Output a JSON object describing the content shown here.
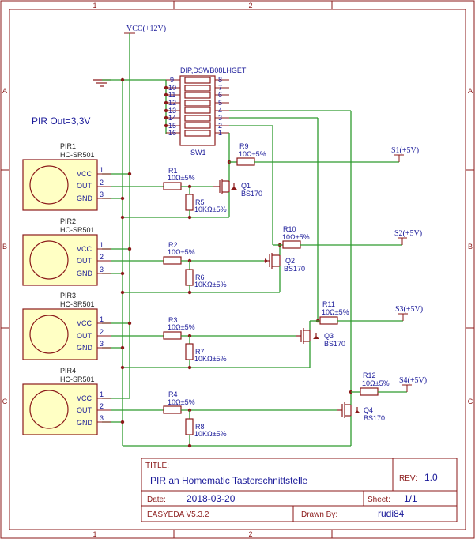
{
  "frame": {
    "col_markers": [
      "1",
      "2"
    ],
    "row_markers": [
      "A",
      "B",
      "C"
    ]
  },
  "power": {
    "vcc": "VCC(+12V)"
  },
  "note": "PIR Out=3,3V",
  "dip_switch": {
    "name": "DIP,DSWB08LHGET",
    "ref": "SW1",
    "pins_left": [
      "9",
      "10",
      "11",
      "12",
      "13",
      "14",
      "15",
      "16"
    ],
    "pins_right": [
      "8",
      "7",
      "6",
      "5",
      "4",
      "3",
      "2",
      "1"
    ]
  },
  "sensors": [
    {
      "ref": "PIR1",
      "type": "HC-SR501",
      "pins": [
        "VCC",
        "OUT",
        "GND"
      ],
      "nums": [
        "1",
        "2",
        "3"
      ]
    },
    {
      "ref": "PIR2",
      "type": "HC-SR501",
      "pins": [
        "VCC",
        "OUT",
        "GND"
      ],
      "nums": [
        "1",
        "2",
        "3"
      ]
    },
    {
      "ref": "PIR3",
      "type": "HC-SR501",
      "pins": [
        "VCC",
        "OUT",
        "GND"
      ],
      "nums": [
        "1",
        "2",
        "3"
      ]
    },
    {
      "ref": "PIR4",
      "type": "HC-SR501",
      "pins": [
        "VCC",
        "OUT",
        "GND"
      ],
      "nums": [
        "1",
        "2",
        "3"
      ]
    }
  ],
  "resistors": [
    {
      "ref": "R1",
      "value": "10Ω±5%"
    },
    {
      "ref": "R2",
      "value": "10Ω±5%"
    },
    {
      "ref": "R3",
      "value": "10Ω±5%"
    },
    {
      "ref": "R4",
      "value": "10Ω±5%"
    },
    {
      "ref": "R5",
      "value": "10KΩ±5%"
    },
    {
      "ref": "R6",
      "value": "10KΩ±5%"
    },
    {
      "ref": "R7",
      "value": "10KΩ±5%"
    },
    {
      "ref": "R8",
      "value": "10KΩ±5%"
    },
    {
      "ref": "R9",
      "value": "10Ω±5%"
    },
    {
      "ref": "R10",
      "value": "10Ω±5%"
    },
    {
      "ref": "R11",
      "value": "10Ω±5%"
    },
    {
      "ref": "R12",
      "value": "10Ω±5%"
    }
  ],
  "transistors": [
    {
      "ref": "Q1",
      "type": "BS170"
    },
    {
      "ref": "Q2",
      "type": "BS170"
    },
    {
      "ref": "Q3",
      "type": "BS170"
    },
    {
      "ref": "Q4",
      "type": "BS170"
    }
  ],
  "outputs": [
    "S1(+5V)",
    "S2(+5V)",
    "S3(+5V)",
    "S4(+5V)"
  ],
  "title_block": {
    "title_label": "TITLE:",
    "title": "PIR an Homematic Tasterschnittstelle",
    "rev_label": "REV:",
    "rev": "1.0",
    "date_label": "Date:",
    "date": "2018-03-20",
    "sheet_label": "Sheet:",
    "sheet": "1/1",
    "tool": "EASYEDA V5.3.2",
    "drawn_label": "Drawn By:",
    "drawn_by": "rudi84"
  }
}
